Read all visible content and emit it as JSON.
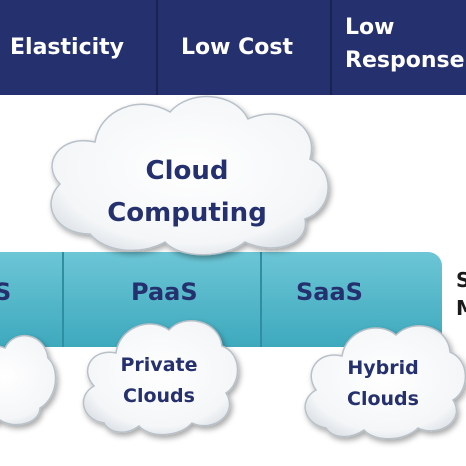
{
  "banner": {
    "items": [
      {
        "label": "Elasticity"
      },
      {
        "label": "Low Cost"
      },
      {
        "label_line1": "Low",
        "label_line2": "Response ti"
      }
    ]
  },
  "central_cloud": {
    "line1": "Cloud",
    "line2": "Computing"
  },
  "services": {
    "left_fragment": "S",
    "paas": "PaaS",
    "saas": "SaaS"
  },
  "deployment": {
    "private": {
      "line1": "Private",
      "line2": "Clouds"
    },
    "hybrid": {
      "line1": "Hybrid",
      "line2": "Clouds"
    }
  },
  "right_fragments": {
    "line1": "S",
    "line2": "M"
  },
  "colors": {
    "banner_navy": "#25306e",
    "band_teal": "#4db4c7",
    "text_navy": "#25306e",
    "cloud_fill": "#ffffff",
    "cloud_stroke": "#b8c0c8"
  }
}
